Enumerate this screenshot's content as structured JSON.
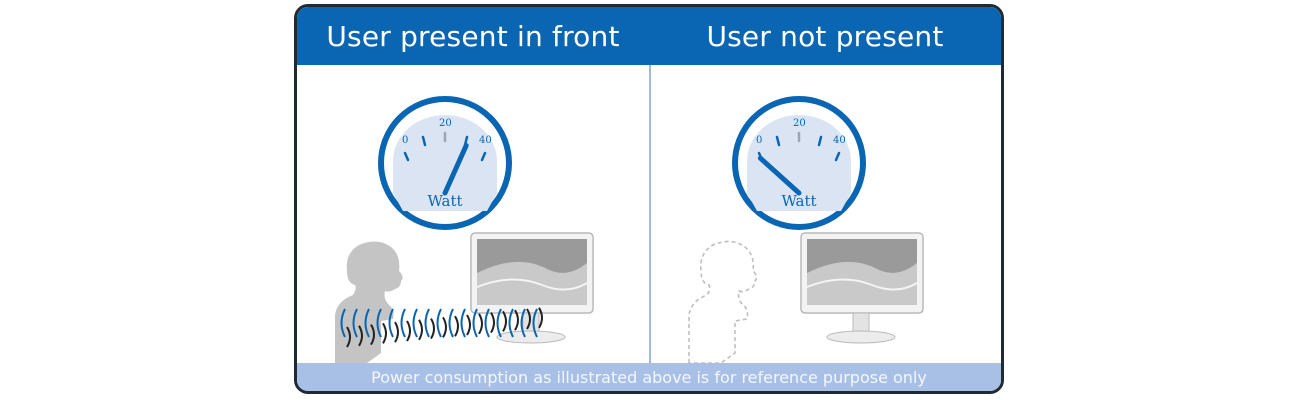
{
  "panels": [
    {
      "title": "User present in front",
      "gauge": {
        "unit": "Watt",
        "ticks": [
          "0",
          "20",
          "40"
        ],
        "reading_watts": 28
      },
      "user_present": true
    },
    {
      "title": "User not present",
      "gauge": {
        "unit": "Watt",
        "ticks": [
          "0",
          "20",
          "40"
        ],
        "reading_watts": 4
      },
      "user_present": false
    }
  ],
  "footer_note": "Power consumption as illustrated above is for reference purpose only",
  "colors": {
    "header_blue": "#0a66b3",
    "footer_blue": "#a8bfe6",
    "gauge_blue": "#0a66b3",
    "silhouette_gray": "#c4c4c4"
  }
}
